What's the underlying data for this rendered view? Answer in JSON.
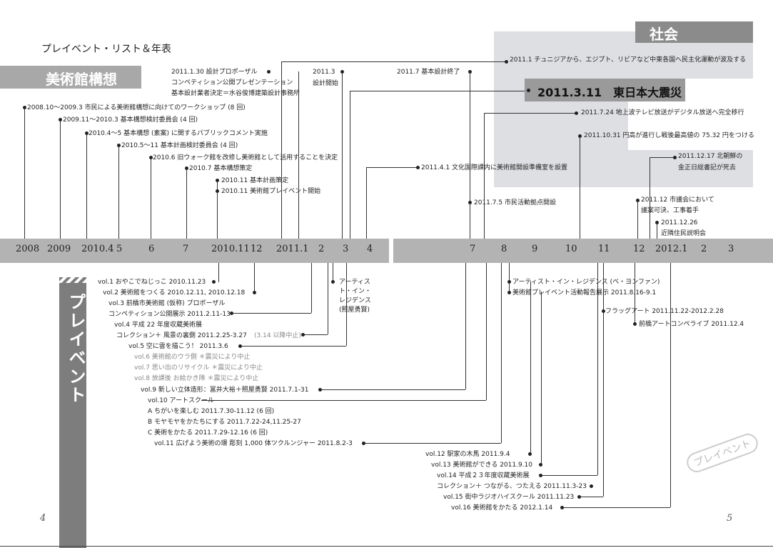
{
  "header": {
    "title": "プレイベント・リスト＆年表"
  },
  "banners": {
    "museum": "美術館構想",
    "society": "社会",
    "preevent": "プレイベント",
    "stamp": "プレイベント"
  },
  "society": {
    "e1": "2011.1 チュニジアから、エジプト、リビアなど中東各国へ民主化運動が波及する",
    "quake": "2011.3.11　東日本大震災",
    "e2": "2011.7.24 地上波テレビ放送がデジタル放送へ完全移行",
    "e3": "2011.10.31 円高が進行し戦後最高値の 75.32 円をつける",
    "e4a": "2011.12.17 北朝鮮の",
    "e4b": "金正日総書記が死去"
  },
  "timeline_events": [
    "2011.1.30 設計プロポーザル",
    "コンペティション公開プレゼンテーション",
    "基本設計業者決定＝水谷俊博建築設計事務所",
    "2011.3",
    "設計開始",
    "2011.7 基本設計終了",
    "2008.10～2009.3 市民による美術館構想に向けてのワークショップ (8 回)",
    "2009.11～2010.3 基本構想検討委員会 (4 回)",
    "2010.4～5 基本構想 (素案) に関するパブリックコメント実施",
    "2010.5～11 基本計画検討委員会 (4 回)",
    "2010.6 旧ウォーク館を改修し美術館として活用することを決定",
    "2010.7 基本構想策定",
    "2010.11 基本計画策定",
    "2010.11 美術館プレイベント開始",
    "2011.4.1 文化国際課内に美術館開設準備室を設置",
    "2011.7.5 市民活動拠点開設",
    "2011.12 市議会において",
    "議案可決、工事着手",
    "2011.12.26",
    "近隣住民説明会"
  ],
  "axis_labels": [
    "2008",
    "2009",
    "2010.4",
    "5",
    "6",
    "7",
    "2010.11",
    "12",
    "2011.1",
    "2",
    "3",
    "4",
    "7",
    "8",
    "9",
    "10",
    "11",
    "12",
    "2012.1",
    "2",
    "3"
  ],
  "preevents": [
    "vol.1 おやこでねじっこ 2010.11.23",
    "vol.2 美術館をつくる 2010.12.11, 2010.12.18",
    "vol.3 前橋市美術館 (仮称) プロポーザル",
    "コンペティション公開展示 2011.2.11-13",
    "vol.4 平成 22 年度収蔵美術展",
    "コレクション＋ 風景の裏側 2011.2.25-3.27",
    "(3.14 以降中止)",
    "vol.5 空に雲を描こう！ 2011.3.6",
    "vol.6 美術館のウラ側 ＊震災により中止",
    "vol.7 思い出のリサイクル ＊震災により中止",
    "vol.8 放課後 お絵かき隊 ＊震災により中止",
    "vol.9 新しい立体造形：冨井大裕＋照屋勇賢 2011.7.1-31",
    "vol.10 アートスクール",
    "A ちがいを楽しむ 2011.7.30-11.12 (6 回)",
    "B モヤモヤをかたちにする 2011.7.22-24,11.25-27",
    "C 美術をかたる 2011.7.29-12.16 (6 回)",
    "vol.11 広げよう美術の環 彫刻 1,000 体ツクルンジャー 2011.8.2-3",
    "アーティス",
    "ト・イン・",
    "レジデンス",
    "(照屋勇賢)",
    "アーティスト・イン・レジデンス (ベ・ヨンファン)",
    "美術館プレイベント活動報告展示 2011.8.16-9.1",
    "フラッグアート 2011.11.22-2012.2.28",
    "前橋アートコンペライブ 2011.12.4",
    "vol.12 駅家の木馬 2011.9.4",
    "vol.13 美術館ができる 2011.9.10",
    "vol.14 平成２３年度収蔵美術展",
    "コレクション＋ つながる、つたえる 2011.11.3-23",
    "vol.15 街中ラジオハイスクール 2011.11.23",
    "vol.16 美術館をかたる 2012.1.14"
  ],
  "page_numbers": {
    "left": "4",
    "right": "5"
  }
}
